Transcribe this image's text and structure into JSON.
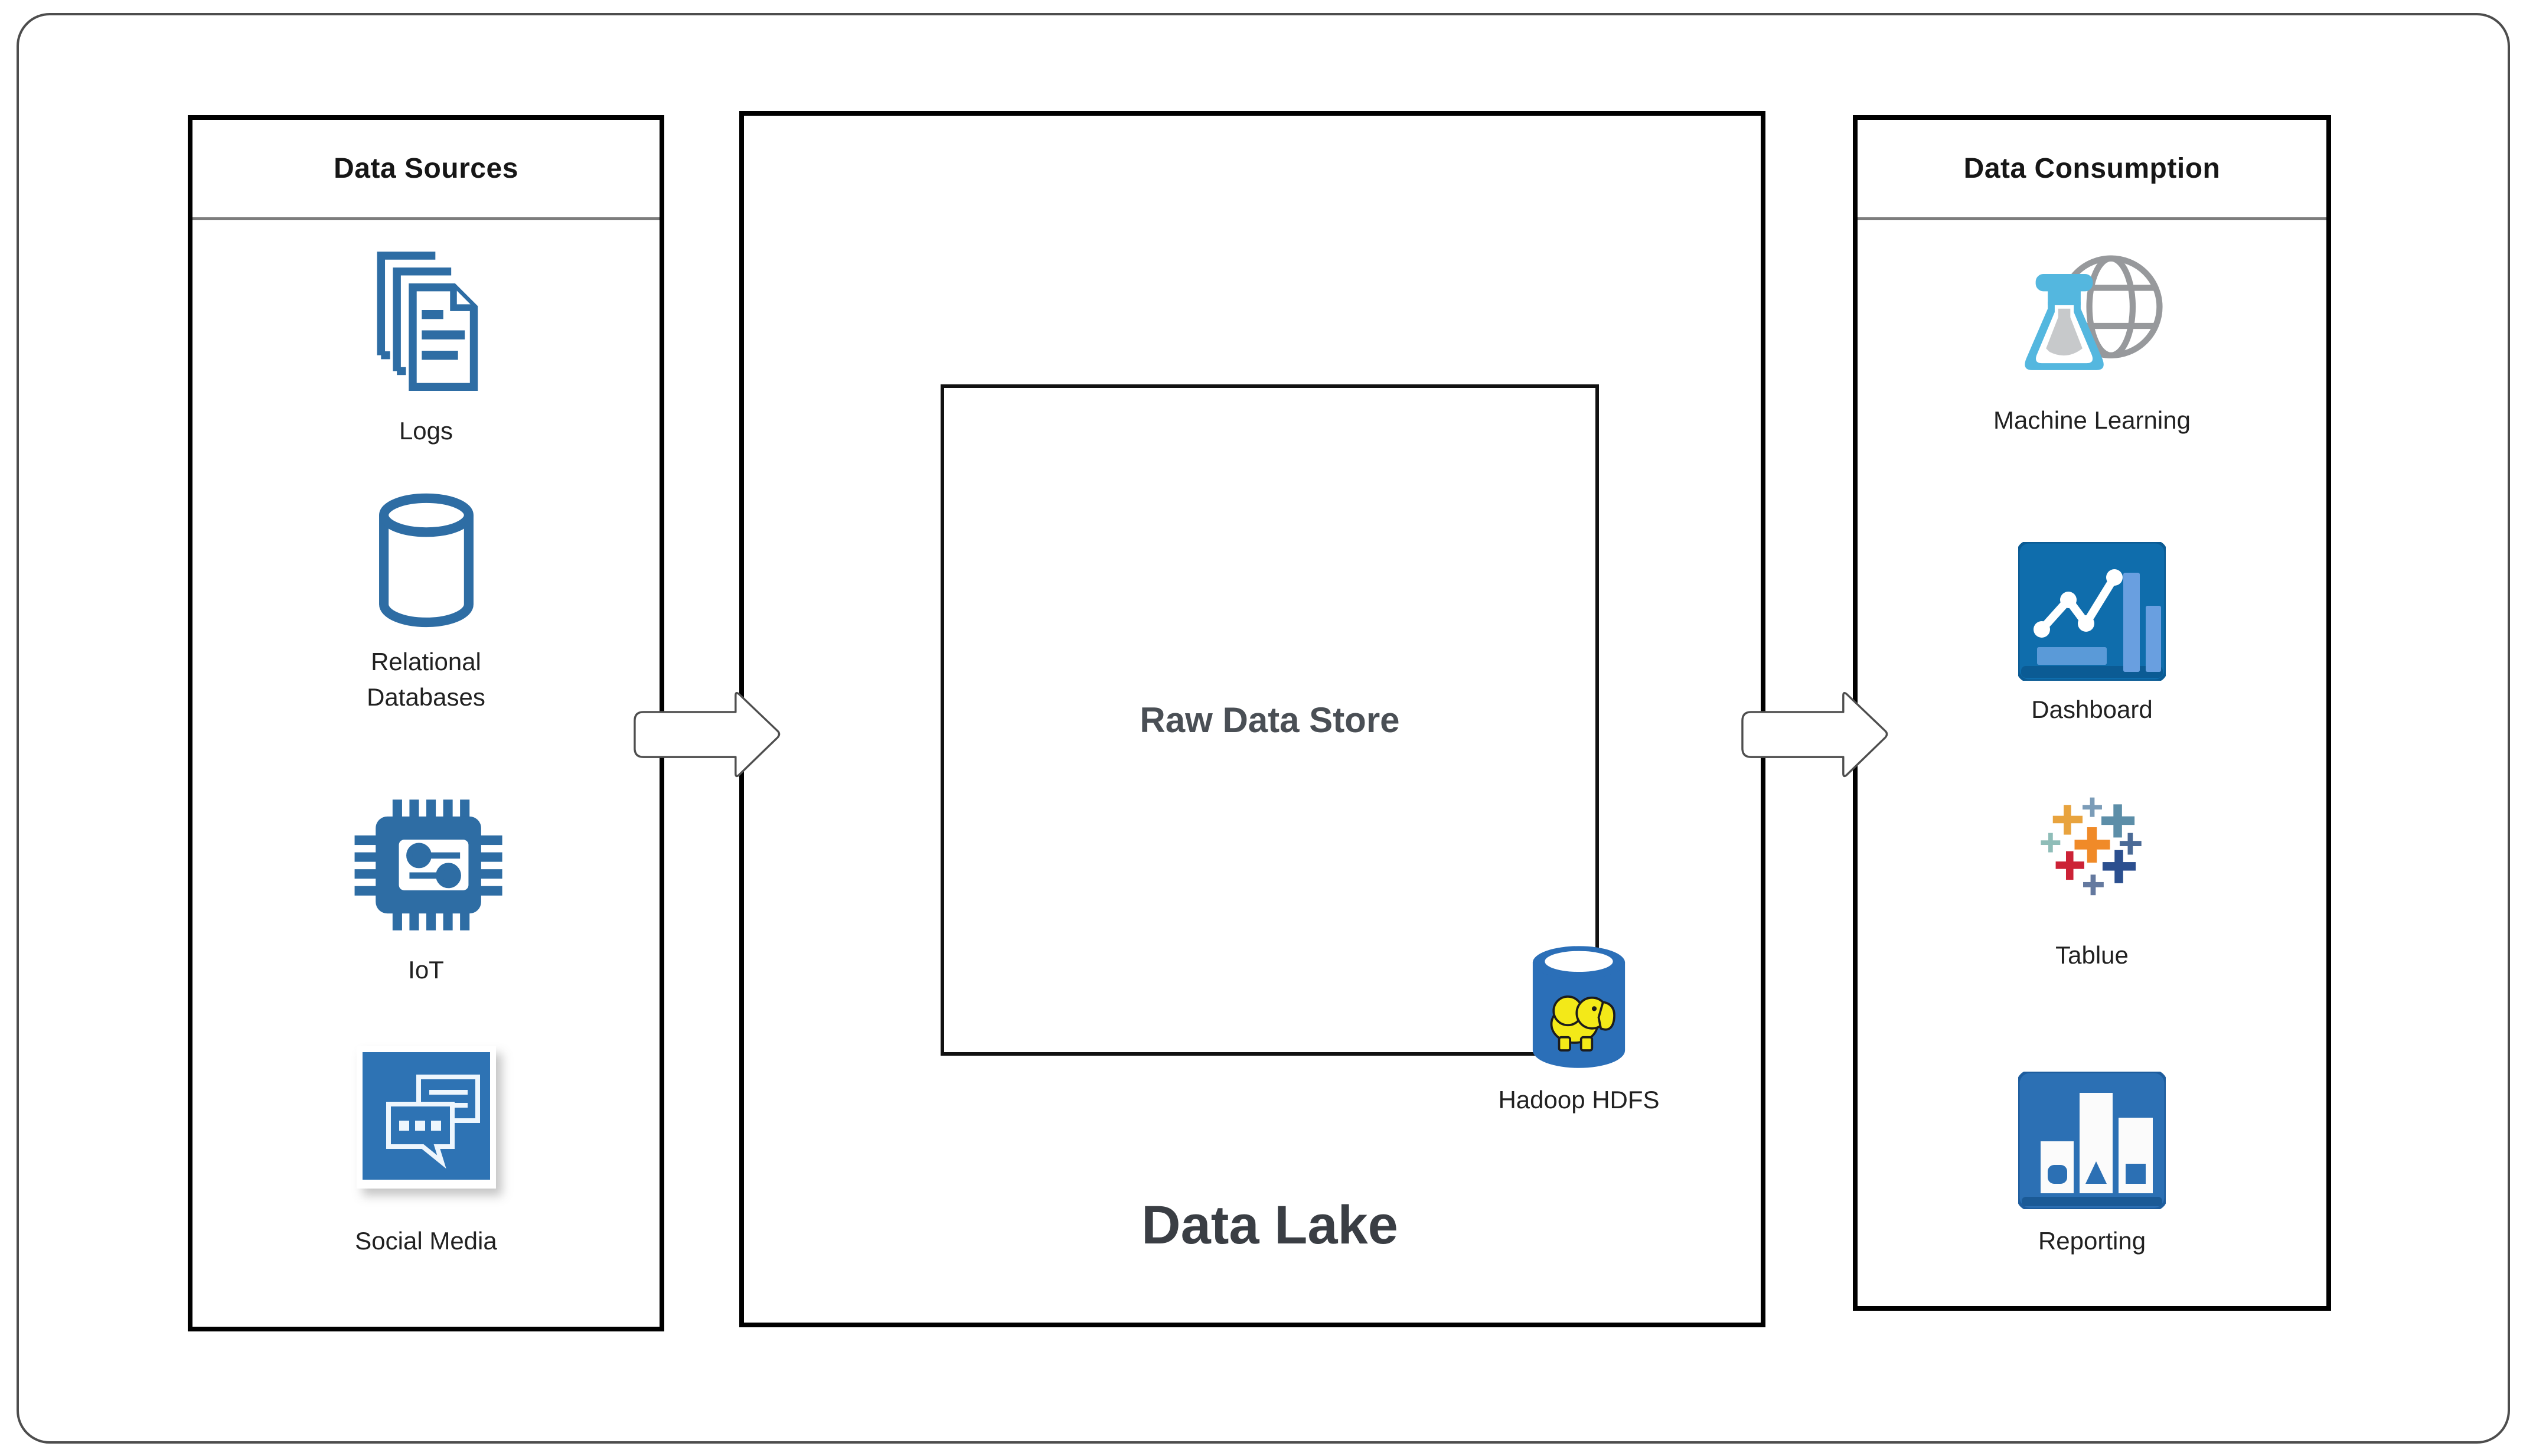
{
  "panels": {
    "sources": {
      "title": "Data Sources",
      "items": [
        {
          "label": "Logs",
          "icon": "logs-icon"
        },
        {
          "label": "Relational Databases",
          "icon": "database-icon"
        },
        {
          "label": "IoT",
          "icon": "iot-chip-icon"
        },
        {
          "label": "Social Media",
          "icon": "social-media-icon"
        }
      ]
    },
    "lake": {
      "title": "Data Lake",
      "raw_store_label": "Raw Data Store",
      "hdfs": {
        "label": "Hadoop HDFS",
        "icon": "hadoop-hdfs-icon"
      }
    },
    "consumption": {
      "title": "Data Consumption",
      "items": [
        {
          "label": "Machine Learning",
          "icon": "machine-learning-icon"
        },
        {
          "label": "Dashboard",
          "icon": "dashboard-icon"
        },
        {
          "label": "Tablue",
          "icon": "tableau-icon"
        },
        {
          "label": "Reporting",
          "icon": "reporting-icon"
        }
      ]
    }
  },
  "colors": {
    "icon_blue": "#2e6da4",
    "tile_blue": "#2e73b4",
    "hadoop_blue": "#2b6fb8",
    "hadoop_yellow": "#f3e918",
    "flask_blue": "#54b7df",
    "globe_gray": "#97999c",
    "dashboard_blue": "#0f6dac",
    "bar_light_blue": "#699fe0",
    "arrow_outline": "#4e4e4e",
    "panel_border": "#000000",
    "outer_border": "#4d4d4d"
  }
}
